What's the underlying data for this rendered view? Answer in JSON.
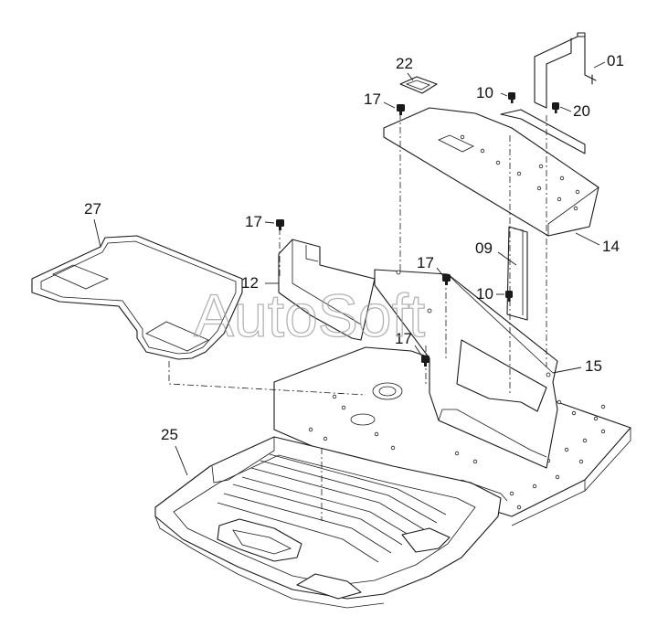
{
  "watermark": "AutoSoft",
  "callouts": [
    {
      "id": "01",
      "label": "01"
    },
    {
      "id": "22",
      "label": "22"
    },
    {
      "id": "17a",
      "label": "17"
    },
    {
      "id": "10a",
      "label": "10"
    },
    {
      "id": "20",
      "label": "20"
    },
    {
      "id": "27",
      "label": "27"
    },
    {
      "id": "17b",
      "label": "17"
    },
    {
      "id": "14",
      "label": "14"
    },
    {
      "id": "09",
      "label": "09"
    },
    {
      "id": "12",
      "label": "12"
    },
    {
      "id": "17c",
      "label": "17"
    },
    {
      "id": "10b",
      "label": "10"
    },
    {
      "id": "17d",
      "label": "17"
    },
    {
      "id": "15",
      "label": "15"
    },
    {
      "id": "25",
      "label": "25"
    }
  ]
}
